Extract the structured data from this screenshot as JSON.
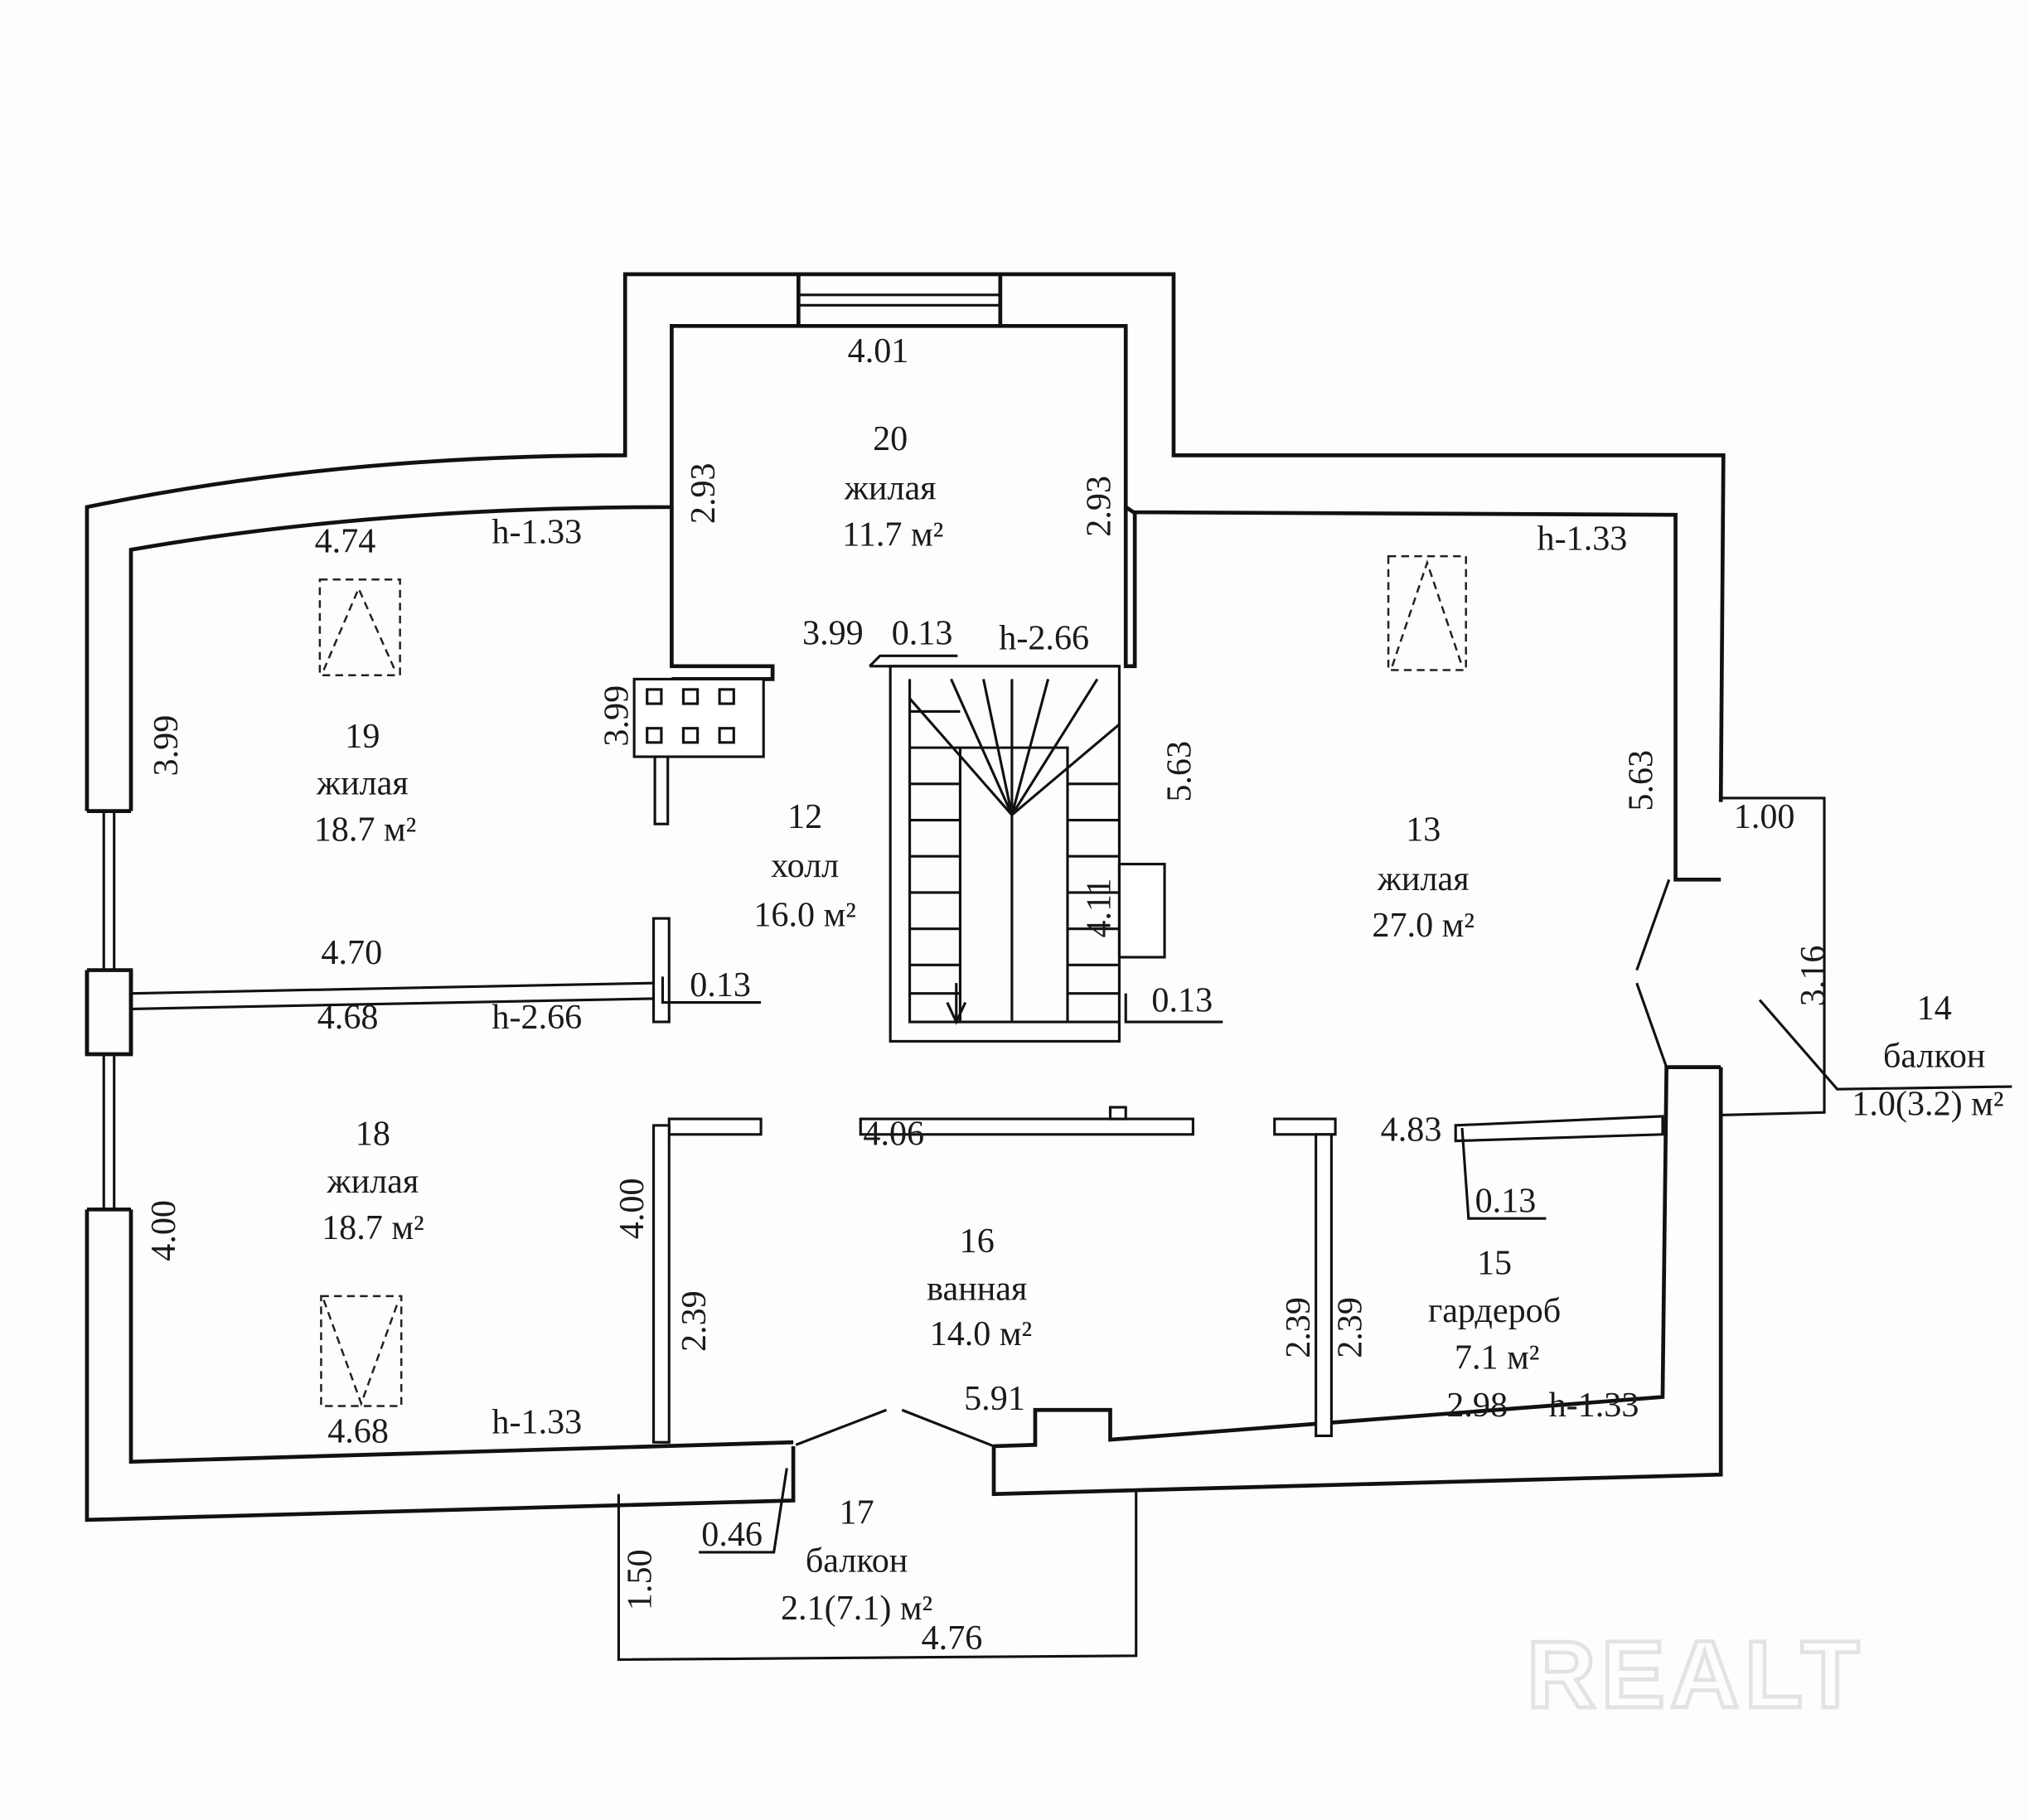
{
  "rooms": [
    {
      "number": "20",
      "type": "жилая",
      "area": "11.7 м²"
    },
    {
      "number": "19",
      "type": "жилая",
      "area": "18.7 м²"
    },
    {
      "number": "12",
      "type": "холл",
      "area": "16.0 м²"
    },
    {
      "number": "13",
      "type": "жилая",
      "area": "27.0 м²"
    },
    {
      "number": "14",
      "type": "балкон",
      "area": "1.0(3.2) м²"
    },
    {
      "number": "18",
      "type": "жилая",
      "area": "18.7 м²"
    },
    {
      "number": "16",
      "type": "ванная",
      "area": "14.0 м²"
    },
    {
      "number": "15",
      "type": "гардероб",
      "area": "7.1 м²"
    },
    {
      "number": "17",
      "type": "балкон",
      "area": "2.1(7.1) м²"
    }
  ],
  "dimensions": {
    "r20_width": "4.01",
    "r20_left": "2.93",
    "r20_right": "2.93",
    "r19_width": "4.74",
    "r19_height": "h-1.33",
    "r19_side": "3.99",
    "r13_height": "h-1.33",
    "r13_side": "5.63",
    "hall_top": "3.99",
    "hall_wall": "0.13",
    "hall_h": "h-2.66",
    "shaft_side": "3.99",
    "stair_side": "5.63",
    "stair_inner": "4.11",
    "stair_wall": "0.13",
    "part_top": "4.70",
    "part_bottom": "4.68",
    "part_h": "h-2.66",
    "part_wall": "0.13",
    "balc14_depth": "1.00",
    "balc14_len": "3.16",
    "r18_side": "4.00",
    "r18_width": "4.68",
    "r18_h": "h-1.33",
    "r16_side": "4.00",
    "r16_left": "2.39",
    "r16_top": "4.06",
    "r16_bottom": "5.91",
    "r15_left_a": "2.39",
    "r15_left_b": "2.39",
    "r15_top": "4.83",
    "r15_wall": "0.13",
    "r15_width": "2.98",
    "r15_h": "h-1.33",
    "balc17_wall": "0.46",
    "balc17_depth": "1.50",
    "balc17_len": "4.76"
  },
  "watermark": "REALT"
}
